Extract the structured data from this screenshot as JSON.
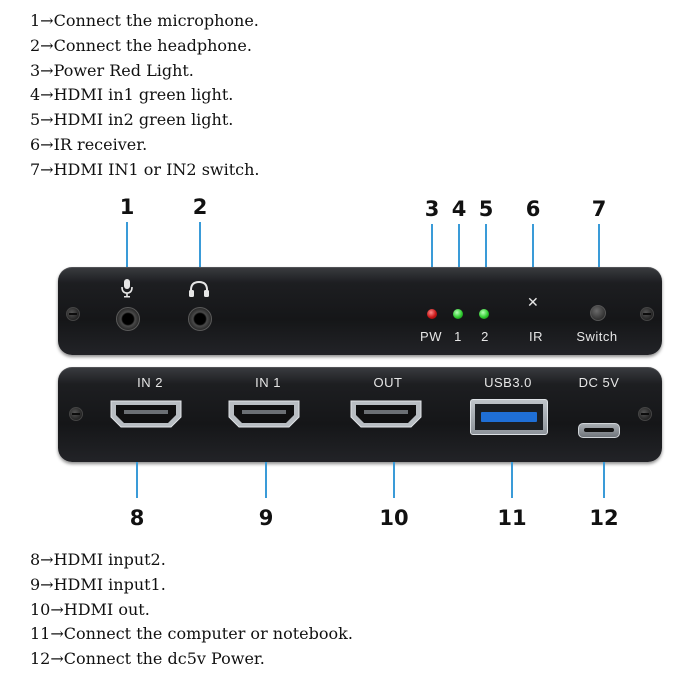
{
  "legend_top": [
    "1→Connect   the   microphone.",
    "2→Connect   the   headphone.",
    "3→Power   Red   Light.",
    "4→HDMI in1 green light.",
    "5→HDMI in2 green light.",
    "6→IR receiver.",
    "7→HDMI IN1 or IN2 switch."
  ],
  "legend_bottom": [
    "8→HDMI input2.",
    "9→HDMI input1.",
    "10→HDMI out.",
    "11→Connect   the   computer or notebook.",
    "12→Connect   the   dc5v   Power."
  ],
  "callouts_top": [
    "1",
    "2",
    "3",
    "4",
    "5",
    "6",
    "7"
  ],
  "callouts_bottom": [
    "8",
    "9",
    "10",
    "11",
    "12"
  ],
  "front_panel": {
    "led_labels": [
      "PW",
      "1",
      "2"
    ],
    "ir_label": "IR",
    "switch_label": "Switch"
  },
  "back_panel": {
    "port_labels": [
      "IN 2",
      "IN 1",
      "OUT",
      "USB3.0",
      "DC 5V"
    ]
  },
  "colors": {
    "leader_line": "#3a9bd8",
    "power_led": "#c81616",
    "input_led": "#2ecb2e",
    "usb_tongue": "#1f6fd6"
  },
  "icons": [
    "microphone-icon",
    "headphone-icon",
    "ir-receiver-icon"
  ]
}
